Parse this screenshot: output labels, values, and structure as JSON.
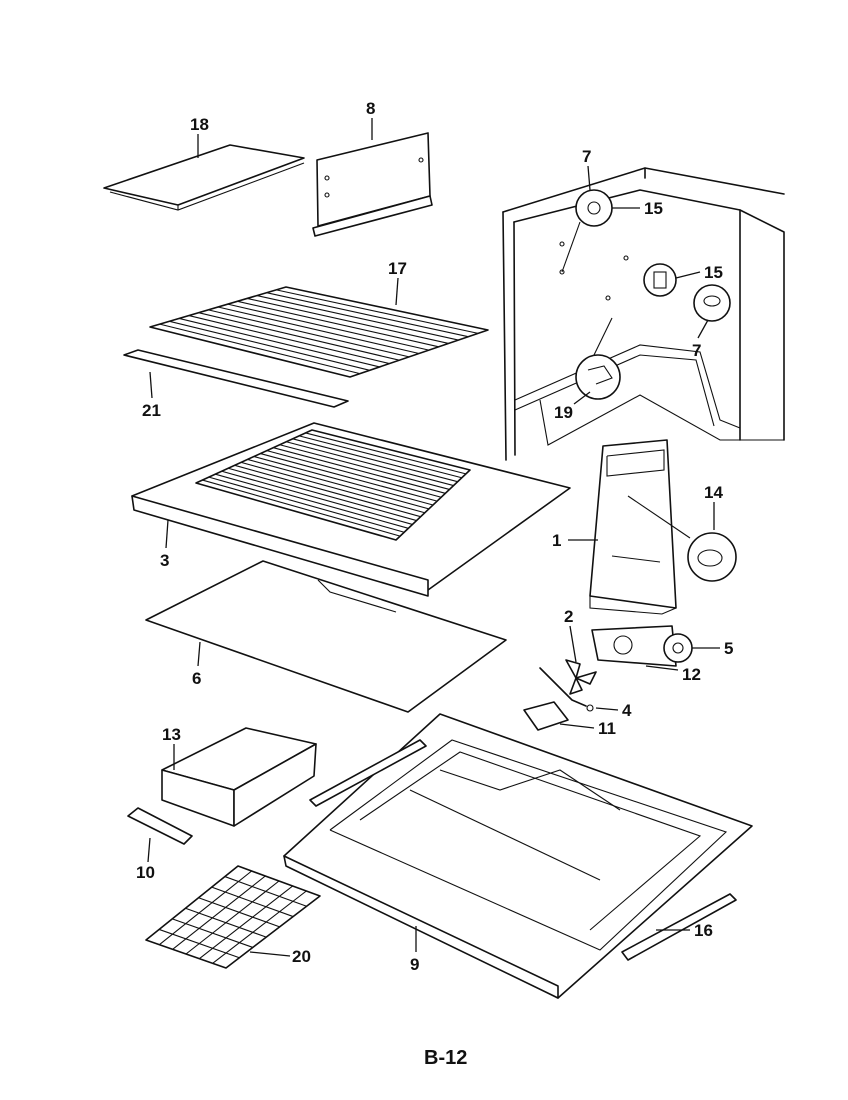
{
  "callouts": {
    "c1": "1",
    "c2": "2",
    "c3": "3",
    "c4": "4",
    "c5": "5",
    "c6": "6",
    "c7a": "7",
    "c7b": "7",
    "c8": "8",
    "c9": "9",
    "c10": "10",
    "c11": "11",
    "c12": "12",
    "c13": "13",
    "c14": "14",
    "c15a": "15",
    "c15b": "15",
    "c16": "16",
    "c17": "17",
    "c18": "18",
    "c19": "19",
    "c20": "20",
    "c21": "21"
  },
  "page_number": "B-12"
}
